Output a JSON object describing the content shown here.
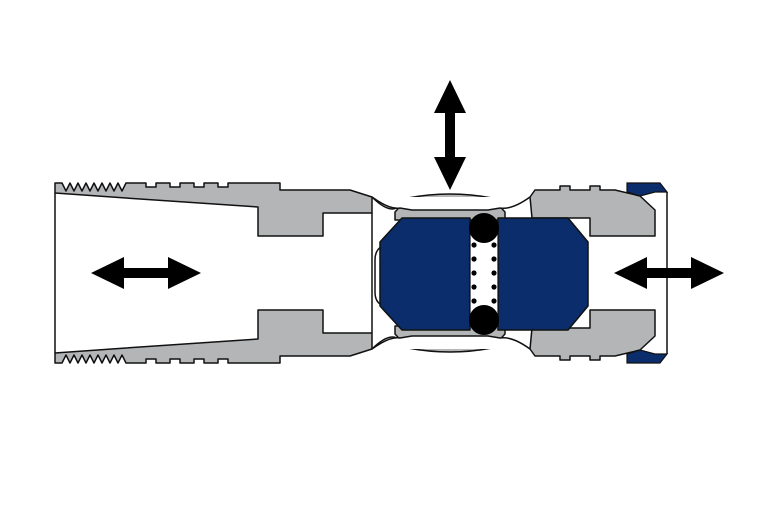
{
  "diagram": {
    "description_text": "",
    "colors": {
      "background": "#ffffff",
      "housing_gray": "#b3b5b7",
      "outline_black": "#111111",
      "seal_blue": "#0b2d6b",
      "ball_black": "#000000",
      "arrow_black": "#000000"
    },
    "icons": {
      "left_arrow": "double-headed-horizontal-arrow",
      "top_arrow": "double-headed-vertical-arrow",
      "right_arrow": "double-headed-horizontal-arrow"
    }
  }
}
